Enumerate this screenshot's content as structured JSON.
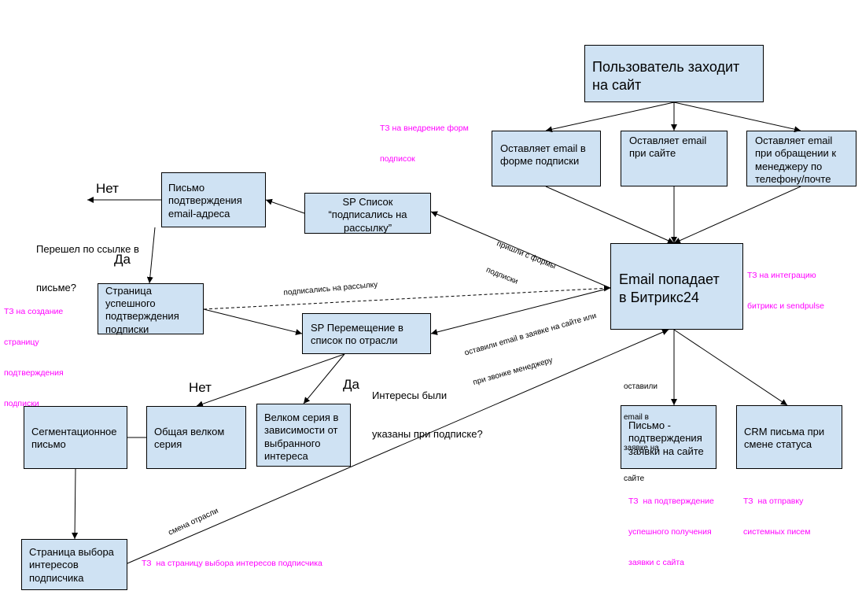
{
  "colors": {
    "box_fill": "#cfe2f3",
    "box_border": "#000000",
    "line": "#000000",
    "note": "#ff00ff",
    "text": "#000000"
  },
  "nodes": {
    "user_visits": [
      "Пользователь заходит",
      "на сайт"
    ],
    "email_subscribe_form": [
      "Оставляет email в",
      "форме подписки"
    ],
    "email_on_site": [
      "Оставляет email",
      "при сайте"
    ],
    "email_via_manager": [
      "Оставляет email",
      "при обращении к",
      "менеджеру по",
      "телефону/почте"
    ],
    "email_to_bitrix": [
      "Email попадает",
      "в Битрикс24"
    ],
    "sp_subscribed_list": [
      "SP Список",
      "“подписались на",
      "рассылку”"
    ],
    "confirm_email_letter": [
      "Письмо",
      "подтверждения",
      "email-адреса"
    ],
    "confirm_success_page": [
      "Страница",
      "успешного",
      "подтверждения",
      "подписки"
    ],
    "sp_move_to_industry": [
      "SP Перемещение в",
      "список по отрасли"
    ],
    "segmentation_letter": [
      "Сегментационное",
      "письмо"
    ],
    "general_welcome": [
      "Общая велком",
      "серия"
    ],
    "interest_welcome": [
      "Велком серия в",
      "зависимости от",
      "выбранного",
      "интереса"
    ],
    "request_confirm_letter": [
      "Письмо -",
      "подтверждения",
      "заявки на сайте"
    ],
    "crm_status_letters": [
      "CRM письма при",
      "смене статуса"
    ],
    "interests_page": [
      "Страница выбора",
      "интересов",
      "подписчика"
    ]
  },
  "decisions": {
    "clicked_link": {
      "question": [
        "Перешел по ссылке в",
        "письме?"
      ],
      "no": "Нет",
      "yes": "Да"
    },
    "interests_given": {
      "question": [
        "Интересы были",
        "указаны при подписке?"
      ],
      "no": "Нет",
      "yes": "Да"
    }
  },
  "edge_labels": {
    "from_subscribe_form": [
      "пришли с формы",
      "подписки"
    ],
    "subscribed": "подписались на рассылку",
    "request_or_call": [
      "оставили email в заявке на сайте или",
      "при звонке менеджеру"
    ],
    "site_request": [
      "оставили",
      "email в",
      "заявке на",
      "сайте"
    ],
    "industry_change": "смена отрасли"
  },
  "notes": {
    "tz_forms": [
      "ТЗ на внедрение форм",
      "подписок"
    ],
    "tz_integration": [
      "ТЗ на интеграцию",
      "битрикс и sendpulse"
    ],
    "tz_confirm_page": [
      "ТЗ на создание",
      "страницу",
      "подтверждения",
      "подписки"
    ],
    "tz_request_confirm": [
      "ТЗ  на подтверждение",
      "успешного получения",
      "заявки с сайта"
    ],
    "tz_system_letters": [
      "ТЗ  на отправку",
      "системных писем"
    ],
    "tz_interests_page": "ТЗ  на страницу выбора интересов подписчика"
  }
}
